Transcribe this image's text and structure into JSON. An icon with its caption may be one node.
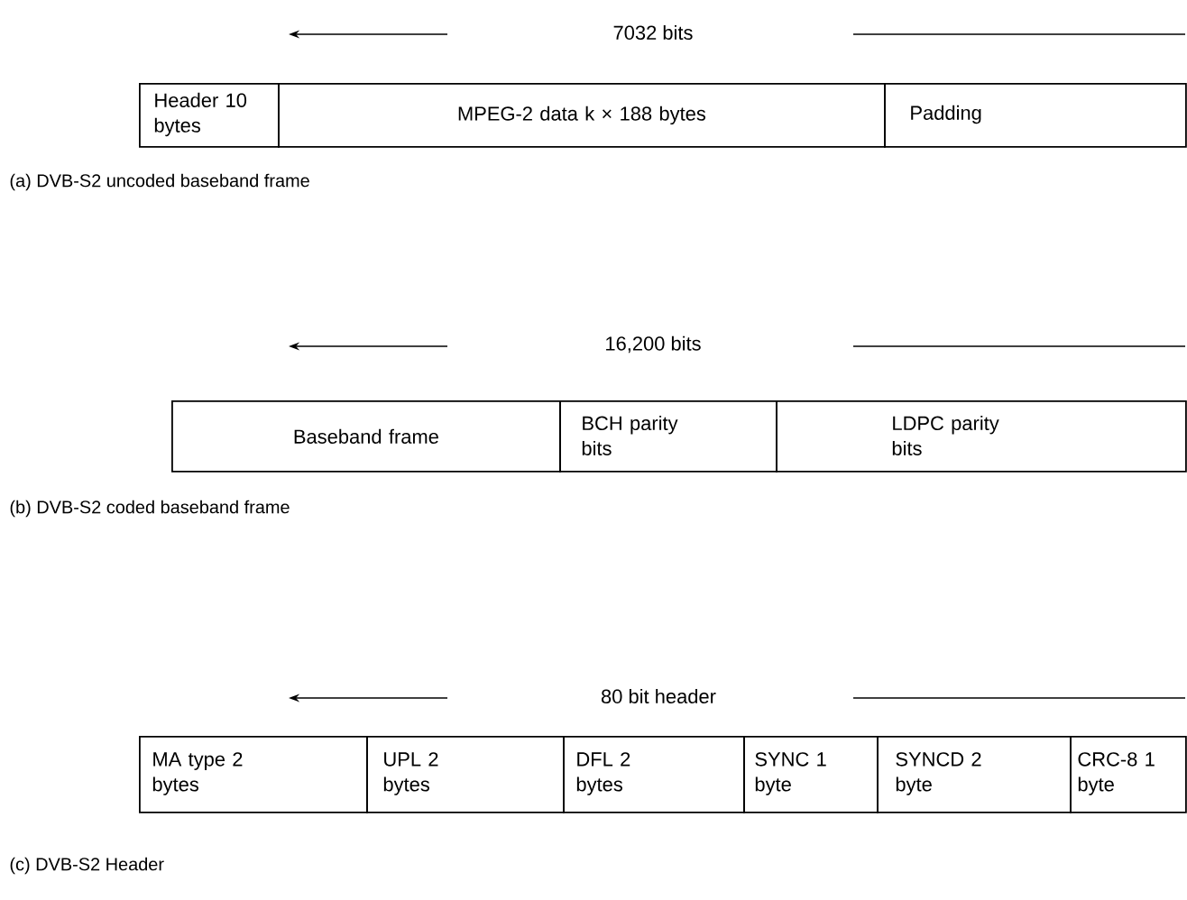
{
  "diagram": {
    "nodes": [
      {
        "text": [
          "Header 10 bytes"
        ]
      },
      {
        "text": [
          "MPEG-2 data k × 188 bytes"
        ]
      },
      {
        "text": [
          "Padding"
        ]
      },
      {
        "text": [
          "Baseband frame"
        ]
      },
      {
        "text": [
          "BCH parity bits"
        ]
      },
      {
        "text": [
          "LDPC parity bits"
        ]
      },
      {
        "text": [
          "MA type 2 bytes"
        ]
      },
      {
        "text": [
          "UPL 2 bytes"
        ]
      },
      {
        "text": [
          "DFL 2 bytes"
        ]
      },
      {
        "text": [
          "SYNC 1 byte"
        ]
      },
      {
        "text": [
          "SYNCD 2 byte"
        ]
      },
      {
        "text": [
          "CRC-8 1 byte"
        ]
      }
    ],
    "labels": [
      "7032 bits",
      "(a)  DVB-S2 uncoded baseband frame",
      "16,200 bits",
      "(b)  DVB-S2 coded baseband frame",
      "80  bit header",
      "(c)  DVB-S2 Header"
    ]
  }
}
